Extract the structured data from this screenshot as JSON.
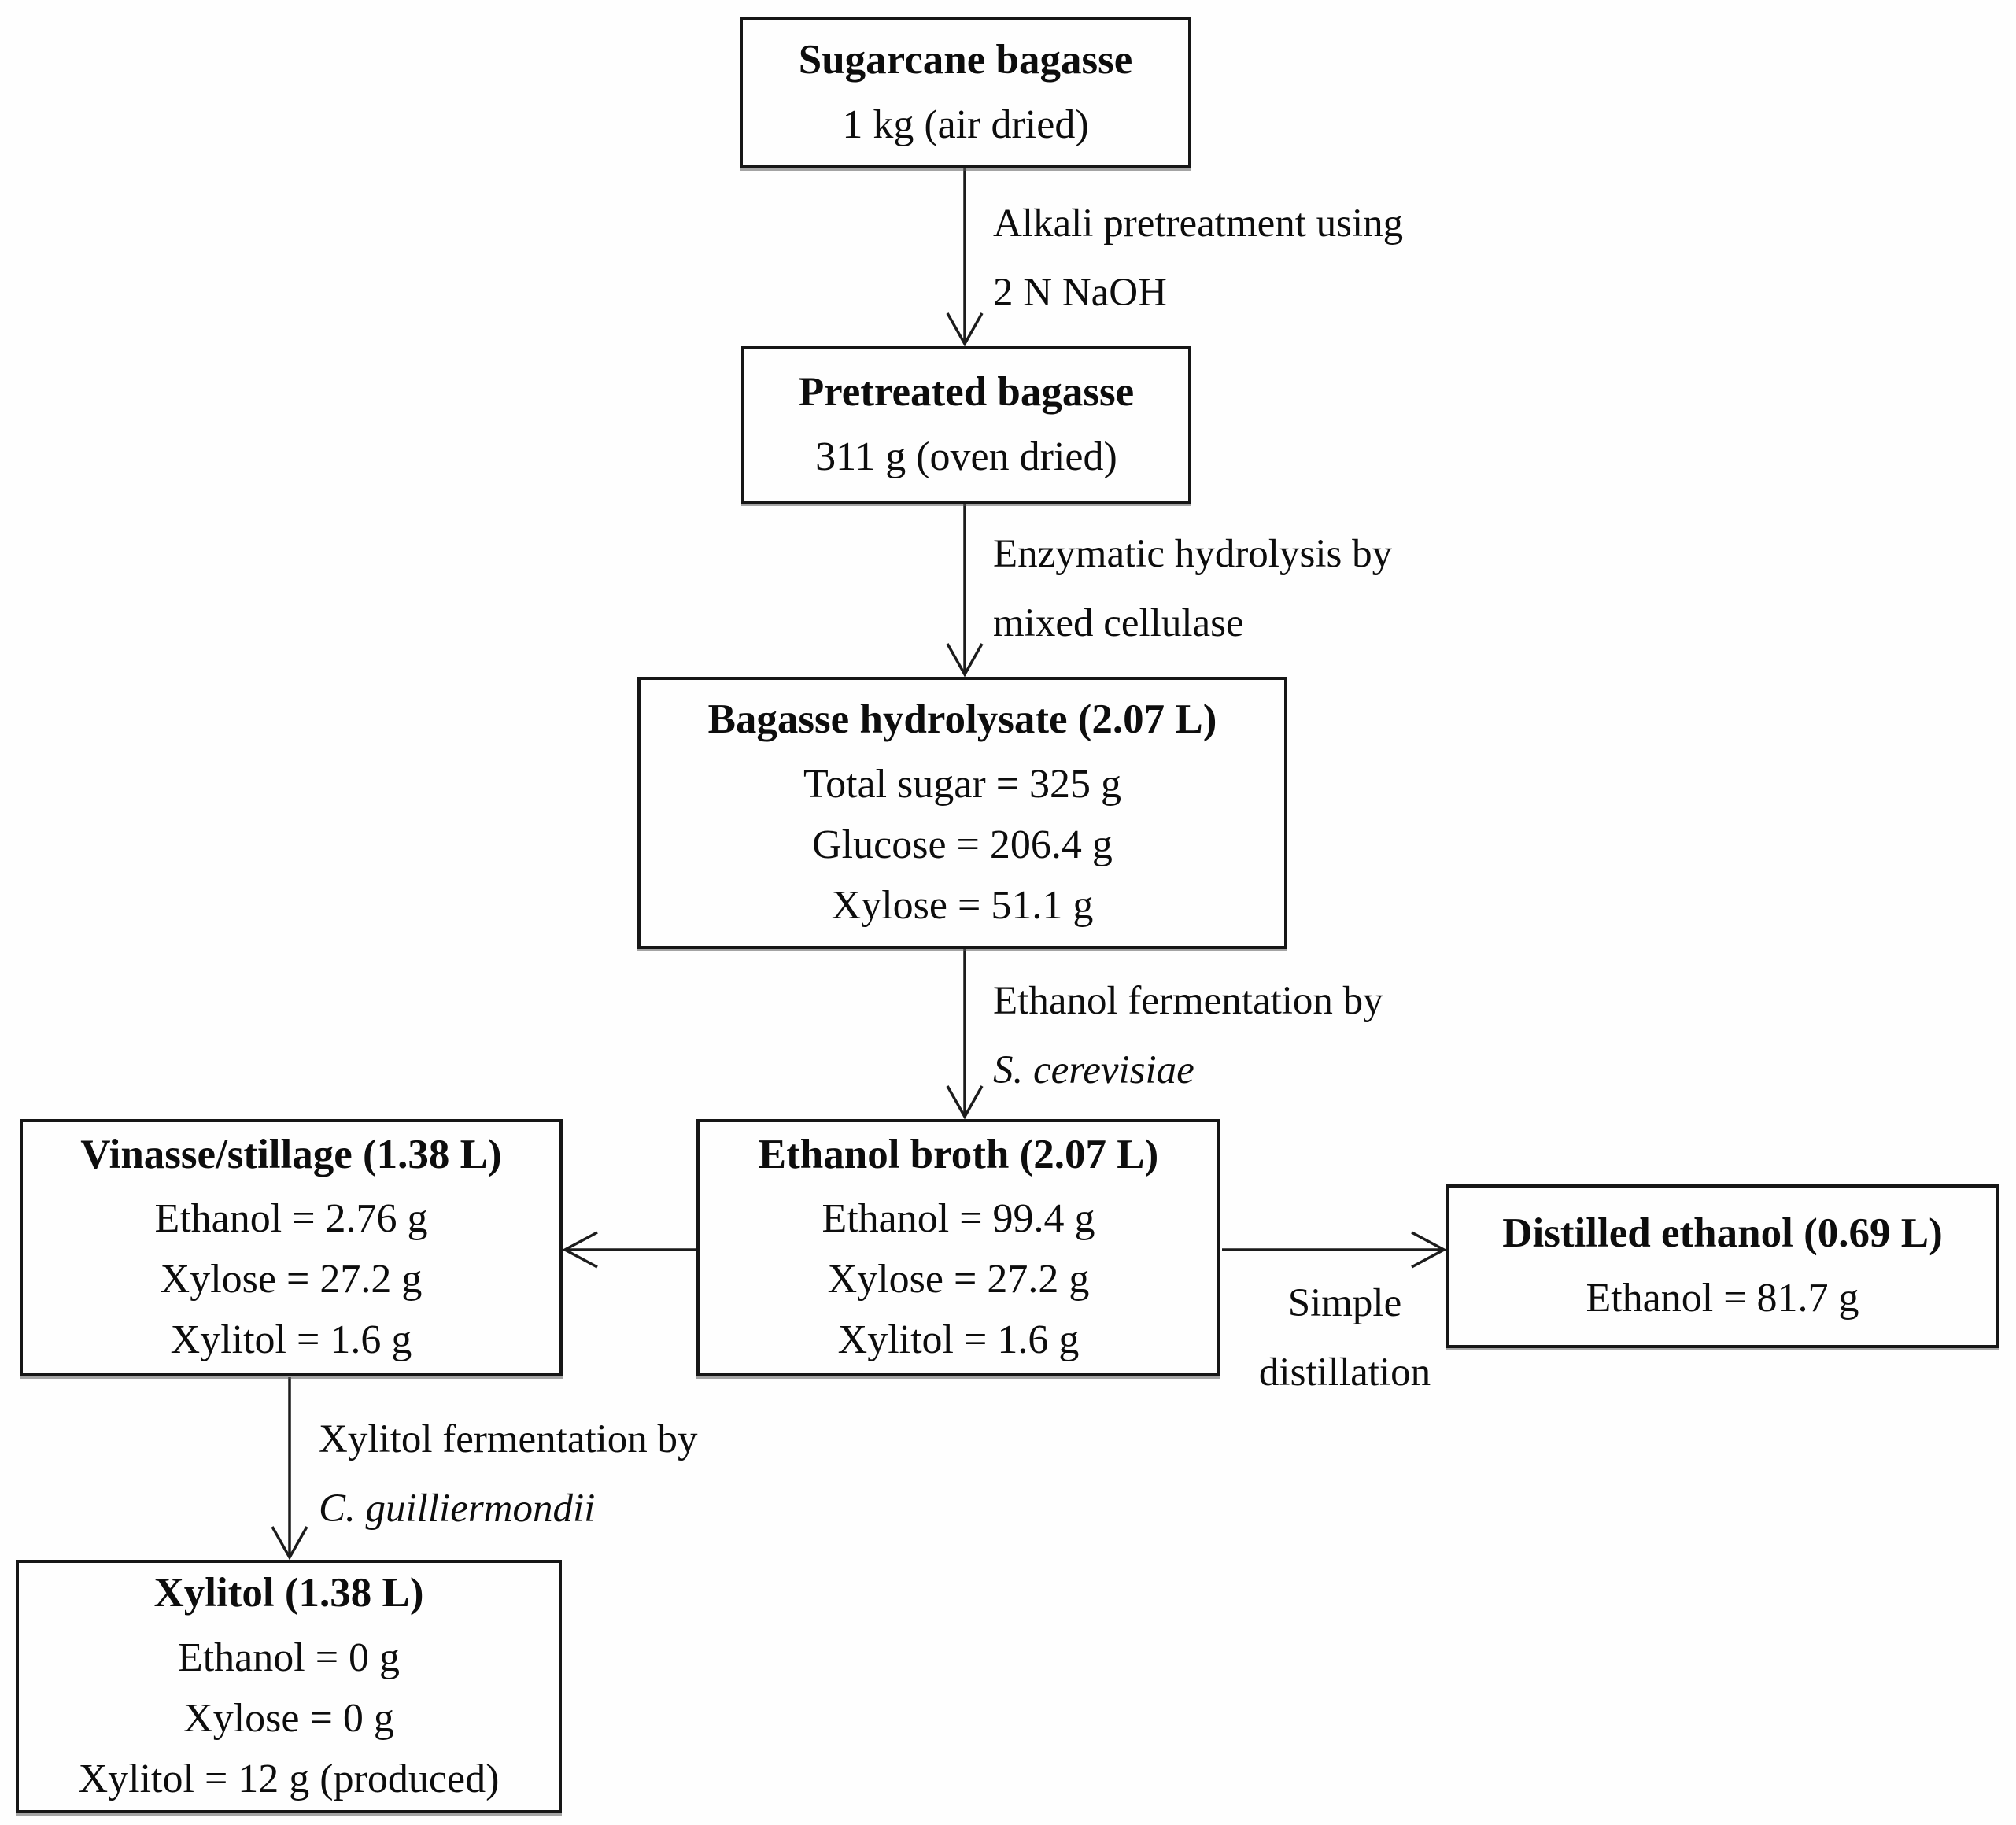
{
  "diagram": {
    "title": "Sugarcane bagasse to ethanol and xylitol process flow",
    "colors": {
      "background": "#fefefe",
      "box_border": "#161616",
      "text": "#0d0d0d",
      "arrow": "#1c1c1c"
    },
    "boxes": {
      "sugarcane": {
        "title": "Sugarcane bagasse",
        "lines": [
          "1 kg (air dried)"
        ]
      },
      "pretreated": {
        "title": "Pretreated bagasse",
        "lines": [
          "311 g (oven dried)"
        ]
      },
      "hydrolysate": {
        "title": "Bagasse hydrolysate (2.07 L)",
        "lines": [
          "Total sugar = 325 g",
          "Glucose = 206.4 g",
          "Xylose = 51.1 g"
        ]
      },
      "ethanol_broth": {
        "title": "Ethanol broth (2.07 L)",
        "lines": [
          "Ethanol = 99.4 g",
          "Xylose = 27.2 g",
          "Xylitol = 1.6 g"
        ]
      },
      "vinasse": {
        "title": "Vinasse/stillage (1.38 L)",
        "lines": [
          "Ethanol = 2.76 g",
          "Xylose = 27.2 g",
          "Xylitol = 1.6 g"
        ]
      },
      "distilled": {
        "title": "Distilled ethanol (0.69 L)",
        "lines": [
          "Ethanol = 81.7 g"
        ]
      },
      "xylitol": {
        "title": "Xylitol (1.38 L)",
        "lines": [
          "Ethanol = 0 g",
          "Xylose = 0 g",
          "Xylitol = 12 g (produced)"
        ]
      }
    },
    "edge_labels": {
      "alkali": {
        "lines": [
          "Alkali pretreatment using",
          "2 N NaOH"
        ]
      },
      "enzymatic": {
        "lines": [
          "Enzymatic hydrolysis by",
          "mixed cellulase"
        ]
      },
      "ethanol_fermentation": {
        "lines": [
          "Ethanol fermentation by",
          "S. cerevisiae"
        ]
      },
      "simple_distillation": {
        "lines": [
          "Simple",
          "distillation"
        ]
      },
      "xylitol_fermentation": {
        "lines": [
          "Xylitol fermentation by",
          "C. guilliermondii"
        ]
      }
    },
    "edges": [
      {
        "from": "sugarcane",
        "to": "pretreated",
        "label": "alkali"
      },
      {
        "from": "pretreated",
        "to": "hydrolysate",
        "label": "enzymatic"
      },
      {
        "from": "hydrolysate",
        "to": "ethanol_broth",
        "label": "ethanol_fermentation"
      },
      {
        "from": "ethanol_broth",
        "to": "vinasse",
        "label": ""
      },
      {
        "from": "ethanol_broth",
        "to": "distilled",
        "label": "simple_distillation"
      },
      {
        "from": "vinasse",
        "to": "xylitol",
        "label": "xylitol_fermentation"
      }
    ]
  }
}
